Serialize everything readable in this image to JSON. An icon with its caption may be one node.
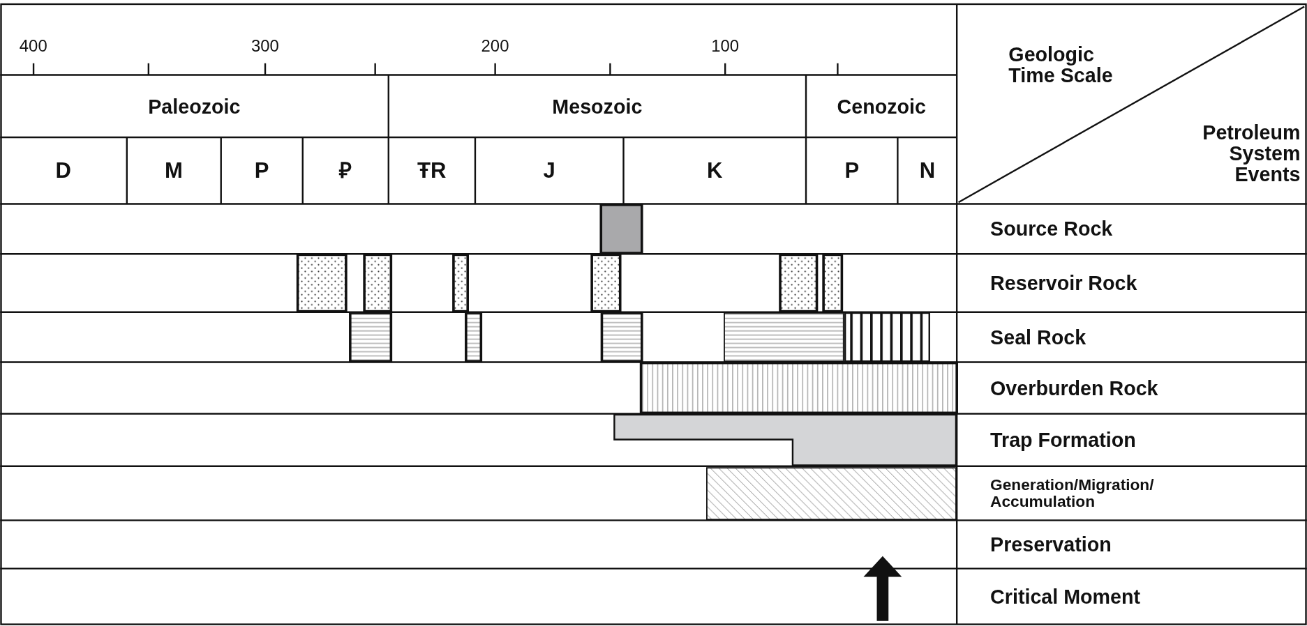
{
  "diagram": {
    "labels": [
      "400",
      "300",
      "200",
      "100",
      "Paleozoic",
      "Mesozoic",
      "Cenozoic",
      "D",
      "M",
      "P",
      "₽",
      "ŦR",
      "J",
      "K",
      "P",
      "N",
      "Geologic Time Scale",
      "Petroleum System Events",
      "Source Rock",
      "Reservoir Rock",
      "Seal Rock",
      "Overburden Rock",
      "Trap Formation",
      "Generation/Migration/ Accumulation",
      "Preservation",
      "Critical Moment"
    ]
  }
}
